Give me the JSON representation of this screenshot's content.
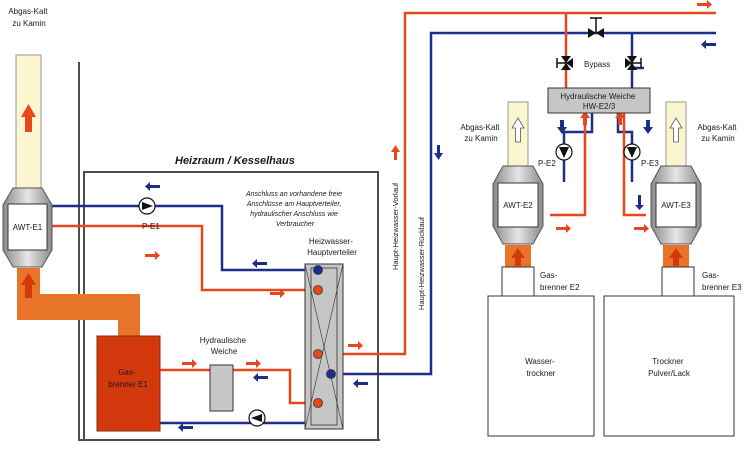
{
  "colors": {
    "flow": "#e8461b",
    "return": "#1f2d8a",
    "exhaust_fill": "#fbf6d0",
    "burner_e1": "#d4380d",
    "connector": "#e8742a",
    "unit_fill": "#ffffff",
    "grey": "#bcbcbc",
    "wall": "#4d4d4d"
  },
  "labels": {
    "abgas_kalt_e1": [
      "Abgas-Kalt",
      "zu Kamin"
    ],
    "abgas_kalt_e2": [
      "Abgas-Kalt",
      "zu Kamin"
    ],
    "abgas_kalt_e3": [
      "Abgas-Kalt",
      "zu Kamin"
    ],
    "awt_e1": "AWT-E1",
    "awt_e2": "AWT-E2",
    "awt_e3": "AWT-E3",
    "heizraum": "Heizraum / Kesselhaus",
    "p_e1": "P-E1",
    "p_e2": "P-E2",
    "p_e3": "P-E3",
    "anschluss_note": [
      "Anschluss an vorhandene freie",
      "Anschlüsse am Hauptverteiler,",
      "hydraulischer Anschluss wie",
      "Verbraucher"
    ],
    "hauptverteiler": [
      "Heizwasser-",
      "Hauptverteiler"
    ],
    "hydraulische_weiche_e1": [
      "Hydraulische",
      "Weiche"
    ],
    "gasbrenner_e1": [
      "Gas-",
      "brenner E1"
    ],
    "vorlauf": "Haupt-Heizwasser-Vorlauf",
    "ruecklauf": "Haupt-Heizwasser-Rücklauf",
    "bypass": "Bypass",
    "hw_e23": [
      "Hydraulische Weiche",
      "HW-E2/3"
    ],
    "gasbrenner_e2": [
      "Gas-",
      "brenner E2"
    ],
    "gasbrenner_e3": [
      "Gas-",
      "brenner E3"
    ],
    "wassertrockner": [
      "Wasser-",
      "trockner"
    ],
    "trockner_lack": [
      "Trockner",
      "Pulver/Lack"
    ]
  }
}
